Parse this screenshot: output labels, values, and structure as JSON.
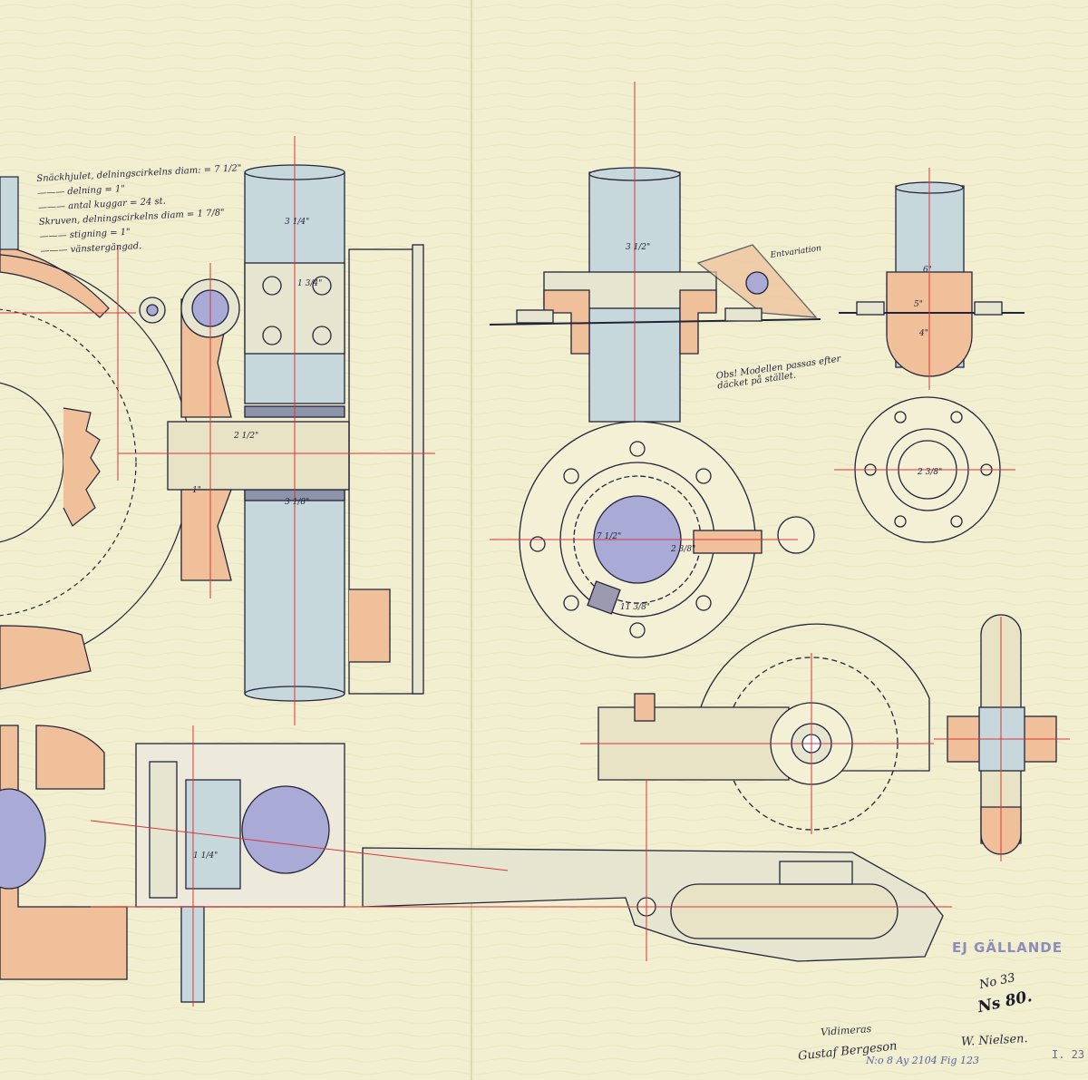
{
  "drawing": {
    "notes": [
      "Snäckhjulet, delningscirkelns diam: = 7 1/2\"",
      "——— delning = 1\"",
      "——— antal kuggar = 24 st.",
      "Skruven, delningscirkelns diam = 1 7/8\"",
      "——— stigning = 1\"",
      "——— vänstergängad."
    ],
    "labels": {
      "entvariation": "Entvariation",
      "obs_note": "Obs! Modellen passas efter däcket på stället.",
      "stamp": "EJ GÄLLANDE",
      "sheet_no": "No 33",
      "sheet_mark": "Ns 80.",
      "vidimeras": "Vidimeras",
      "signature_left": "Gustaf Bergeson",
      "signature_right": "W. Nielsen.",
      "reference": "N:o 8 Ay 2104 Fig 123",
      "sheet_corner": "I. 23"
    },
    "dimensions": [
      "3 1/4\"",
      "1 3/4\"",
      "2 1/2\"",
      "3 1/8\"",
      "7 1/2\"",
      "6\"",
      "4\"",
      "5\"",
      "2 3/8\"",
      "1\"",
      "3 1/2\"",
      "1 1/4\"",
      "11 3/8\"",
      "2 3/8\""
    ],
    "colors": {
      "paper": "#f1efcf",
      "ink": "#23233a",
      "centerline": "#d8343a",
      "section": "#eeb48a",
      "shaft": "#c7d8dc",
      "bore": "#a9abd6"
    }
  }
}
